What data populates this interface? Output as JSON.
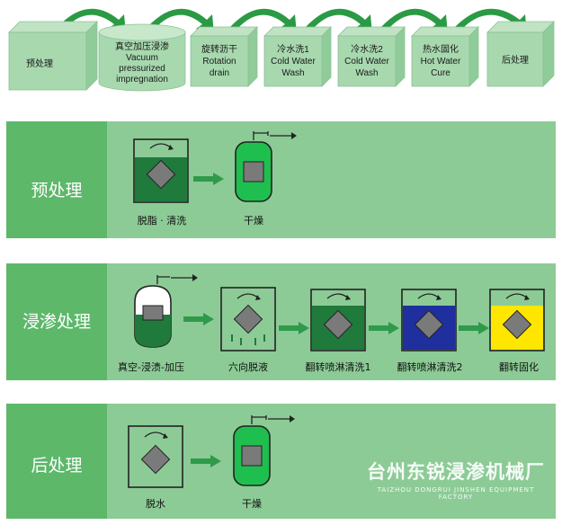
{
  "colors": {
    "panel_dark": "#5db86a",
    "panel_light": "#8ccb96",
    "process_green": "#1f7a3c",
    "arrow_green": "#2f9a4a",
    "tank_blue": "#1f2f9e",
    "tank_yellow": "#ffe600",
    "vessel_green": "#1fbf4f",
    "part_gray": "#7a7a7a"
  },
  "top_flow": {
    "steps": [
      {
        "label": [
          "预处理"
        ]
      },
      {
        "label": [
          "真空加压浸渗",
          "Vacuum",
          "pressurized",
          "impregnation"
        ]
      },
      {
        "label": [
          "旋转沥干",
          "Rotation",
          "drain"
        ]
      },
      {
        "label": [
          "冷水洗1",
          "Cold Water",
          "Wash"
        ]
      },
      {
        "label": [
          "冷水洗2",
          "Cold Water",
          "Wash"
        ]
      },
      {
        "label": [
          "热水固化",
          "Hot Water",
          "Cure"
        ]
      },
      {
        "label": [
          "后处理"
        ]
      }
    ]
  },
  "panels": [
    {
      "title": "预处理",
      "stages": [
        {
          "label": "脱脂 · 清洗",
          "icon": "rotating-tank-icon"
        },
        {
          "label": "干燥",
          "icon": "dryer-vessel-icon"
        }
      ]
    },
    {
      "title": "浸渗处理",
      "stages": [
        {
          "label": "真空-浸渍-加压",
          "icon": "vacuum-vessel-icon"
        },
        {
          "label": "六向脱液",
          "icon": "drain-tank-icon"
        },
        {
          "label": "翻转喷淋清洗1",
          "icon": "rotating-tank-icon"
        },
        {
          "label": "翻转喷淋清洗2",
          "icon": "rotating-tank-icon"
        },
        {
          "label": "翻转固化",
          "icon": "rotating-tank-icon"
        }
      ]
    },
    {
      "title": "后处理",
      "stages": [
        {
          "label": "脱水",
          "icon": "drain-tank-icon"
        },
        {
          "label": "干燥",
          "icon": "dryer-vessel-icon"
        }
      ]
    }
  ],
  "watermark": {
    "cn": "台州东锐浸渗机械厂",
    "en": "TAIZHOU DONGRUI JINSHEN EQUIPMENT FACTORY"
  }
}
